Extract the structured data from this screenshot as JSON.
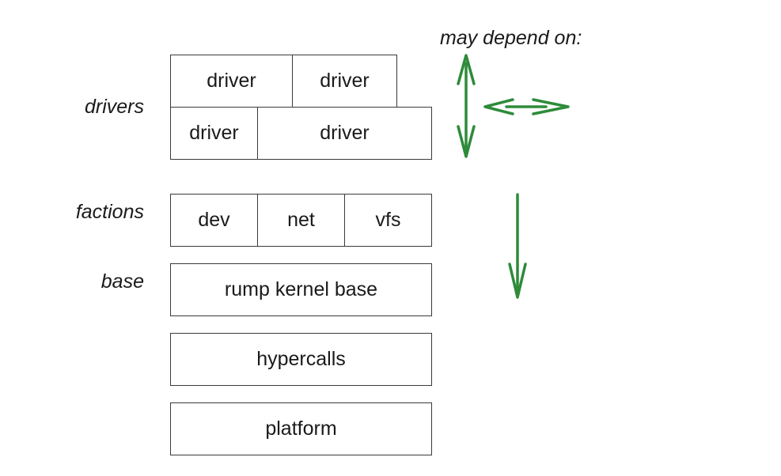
{
  "labels": {
    "drivers": "drivers",
    "factions": "factions",
    "base": "base"
  },
  "drivers": {
    "row1": [
      "driver",
      "driver"
    ],
    "row2": [
      "driver",
      "driver"
    ]
  },
  "factions": [
    "dev",
    "net",
    "vfs"
  ],
  "base_box": "rump kernel base",
  "hypercalls_box": "hypercalls",
  "platform_box": "platform",
  "legend": {
    "caption": "may depend on:",
    "arrow_color": "#2e8b3a"
  }
}
